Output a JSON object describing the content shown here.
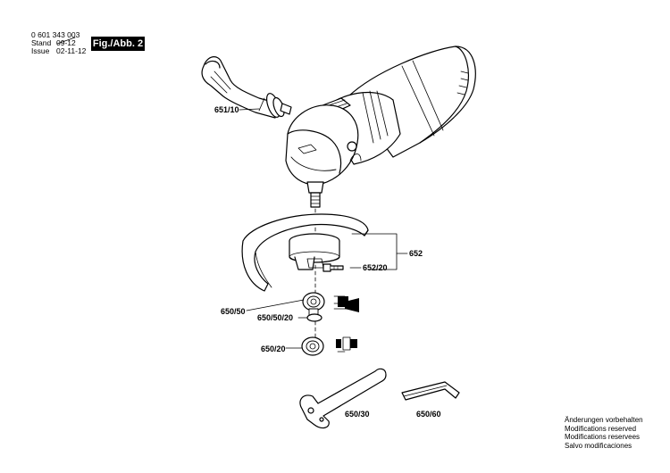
{
  "header": {
    "part_number": "0 601 343 003",
    "stand_label": "Stand",
    "stand_value": "09-12",
    "issue_label": "Issue",
    "issue_value": "02-11-12",
    "figure": "Fig./Abb. 2"
  },
  "callouts": {
    "handle": "651/10",
    "guard": "652",
    "screw": "652/20",
    "flange": "650/50",
    "flange_nut": "650/50/20",
    "clamp_nut": "650/20",
    "spanner": "650/30",
    "hex_key": "650/60"
  },
  "notes": [
    "Änderungen vorbehalten",
    "Modifications reserved",
    "Modifications reservees",
    "Salvo modificaciones"
  ]
}
